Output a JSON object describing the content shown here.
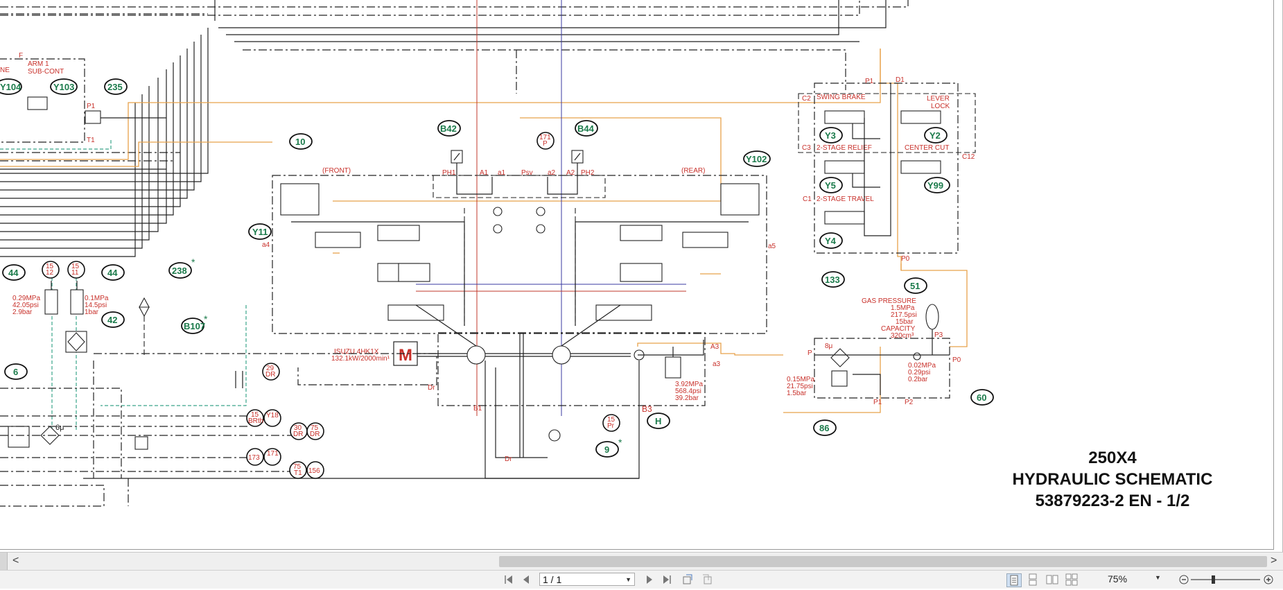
{
  "schematic": {
    "title_lines": [
      "250X4",
      "HYDRAULIC SCHEMATIC",
      "53879223-2 EN - 1/2"
    ],
    "tags_green": [
      "Y104",
      "Y103",
      "235",
      "10",
      "B42",
      "B44",
      "Y102",
      "Y3",
      "Y2",
      "Y5",
      "Y99",
      "Y4",
      "133",
      "Y11",
      "238",
      "44",
      "44",
      "42",
      "6",
      "B107",
      "51",
      "60",
      "86",
      "H",
      "9"
    ],
    "tags_red": [
      "15\n12",
      "15\n11",
      "29\nDR",
      "15\nBRth",
      "Y18\n↑",
      "30\nDR",
      "75\nDR",
      "173",
      "171\n↑",
      "75\nT1",
      "156",
      "15\nPr",
      "171\nP"
    ],
    "labels": {
      "arm": "ARM 1",
      "subcont": "SUB-CONT",
      "ne": "NE",
      "f": "F",
      "p1_left": "P1",
      "t1_left": "T1",
      "front": "(FRONT)",
      "rear": "(REAR)",
      "ph1": "PH1",
      "a1a": "A1",
      "a1b": "a1",
      "psv": "Psv",
      "a2a": "a2",
      "a2b": "A2",
      "ph2": "PH2",
      "a4": "a4",
      "a5": "a5",
      "engine": "ISUZU  4HK1X",
      "engine_power": "132.1kW/2000min¹",
      "motor": "M",
      "dr1": "Dr",
      "dr2": "Dr",
      "b1": "B1",
      "b3": "B3",
      "a3a": "A3",
      "a3b": "a3",
      "relief1": "3.92MPa",
      "relief2": "568.4psi",
      "relief3": "39.2bar",
      "p1_valve": "P1",
      "d1_valve": "D1",
      "c2": "C2",
      "c3": "C3",
      "c1": "C1",
      "c12": "C12",
      "swing_brake": "SWING BRAKE",
      "lever_lock_1": "LEVER",
      "lever_lock_2": "LOCK",
      "two_stage_relief": "2-STAGE RELIEF",
      "center_cut": "CENTER CUT",
      "two_stage_travel": "2-STAGE TRAVEL",
      "p0_top": "P0",
      "gas_pressure": "GAS PRESSURE",
      "gas1": "1.5MPa",
      "gas2": "217.5psi",
      "gas3": "15bar",
      "capacity": "CAPACITY",
      "capacity_val": "320cm³",
      "p3": "P3",
      "p_pilot": "P",
      "filter_8u": "8μ",
      "pp1": "0.15MPa",
      "pp2": "21.75psi",
      "pp3": "1.5bar",
      "cv1": "0.02MPa",
      "cv2": "0.29psi",
      "cv3": "0.2bar",
      "p0_right": "P0",
      "p1_pilot": "P1",
      "p2_pilot": "P2",
      "spring1a": "0.29MPa",
      "spring1b": "42.05psi",
      "spring1c": "2.9bar",
      "spring2a": "0.1MPa",
      "spring2b": "14.5psi",
      "spring2c": "1bar",
      "filter_6u": "6μ",
      "star": "*"
    }
  },
  "scrollbar": {
    "left_arrow": "<",
    "right_arrow": ">"
  },
  "statusbar": {
    "page_value": "1 / 1",
    "zoom_value": "75%"
  },
  "colors": {
    "line_black": "#222222",
    "line_red_label": "#c8302a",
    "green_tag": "#1a7a4a",
    "orange_pilot": "#e8a24a",
    "blue_line": "#3a3aa0",
    "red_line": "#c0392b",
    "teal_dashed": "#3aa58a"
  }
}
